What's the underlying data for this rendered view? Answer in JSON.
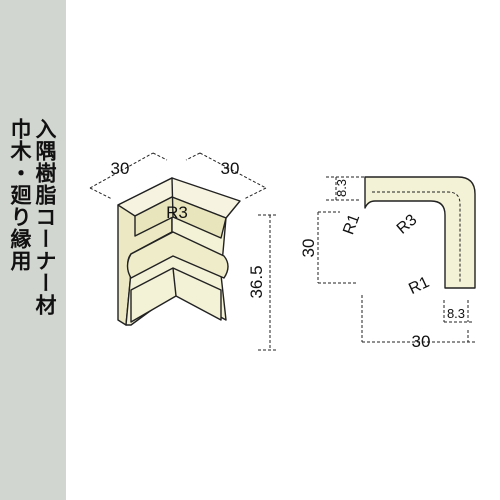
{
  "title": {
    "line1": "巾木・廻り縁用",
    "line2": "入隅樹脂コーナー材"
  },
  "iso_view": {
    "dim_left_width": "30",
    "dim_right_width": "30",
    "radius_label": "R3",
    "dim_height": "36.5"
  },
  "section_view": {
    "dim_top_depth": "8.3",
    "dim_height": "30",
    "radius_outer_label": "R1",
    "radius_inner_label": "R3",
    "radius_bottom_label": "R1",
    "dim_bottom_depth": "8.3",
    "dim_width": "30"
  },
  "colors": {
    "sidebar": "#d2d6d0",
    "product_fill": "#f3f1d6",
    "product_dark": "#e3e0b6",
    "line": "#222222"
  }
}
